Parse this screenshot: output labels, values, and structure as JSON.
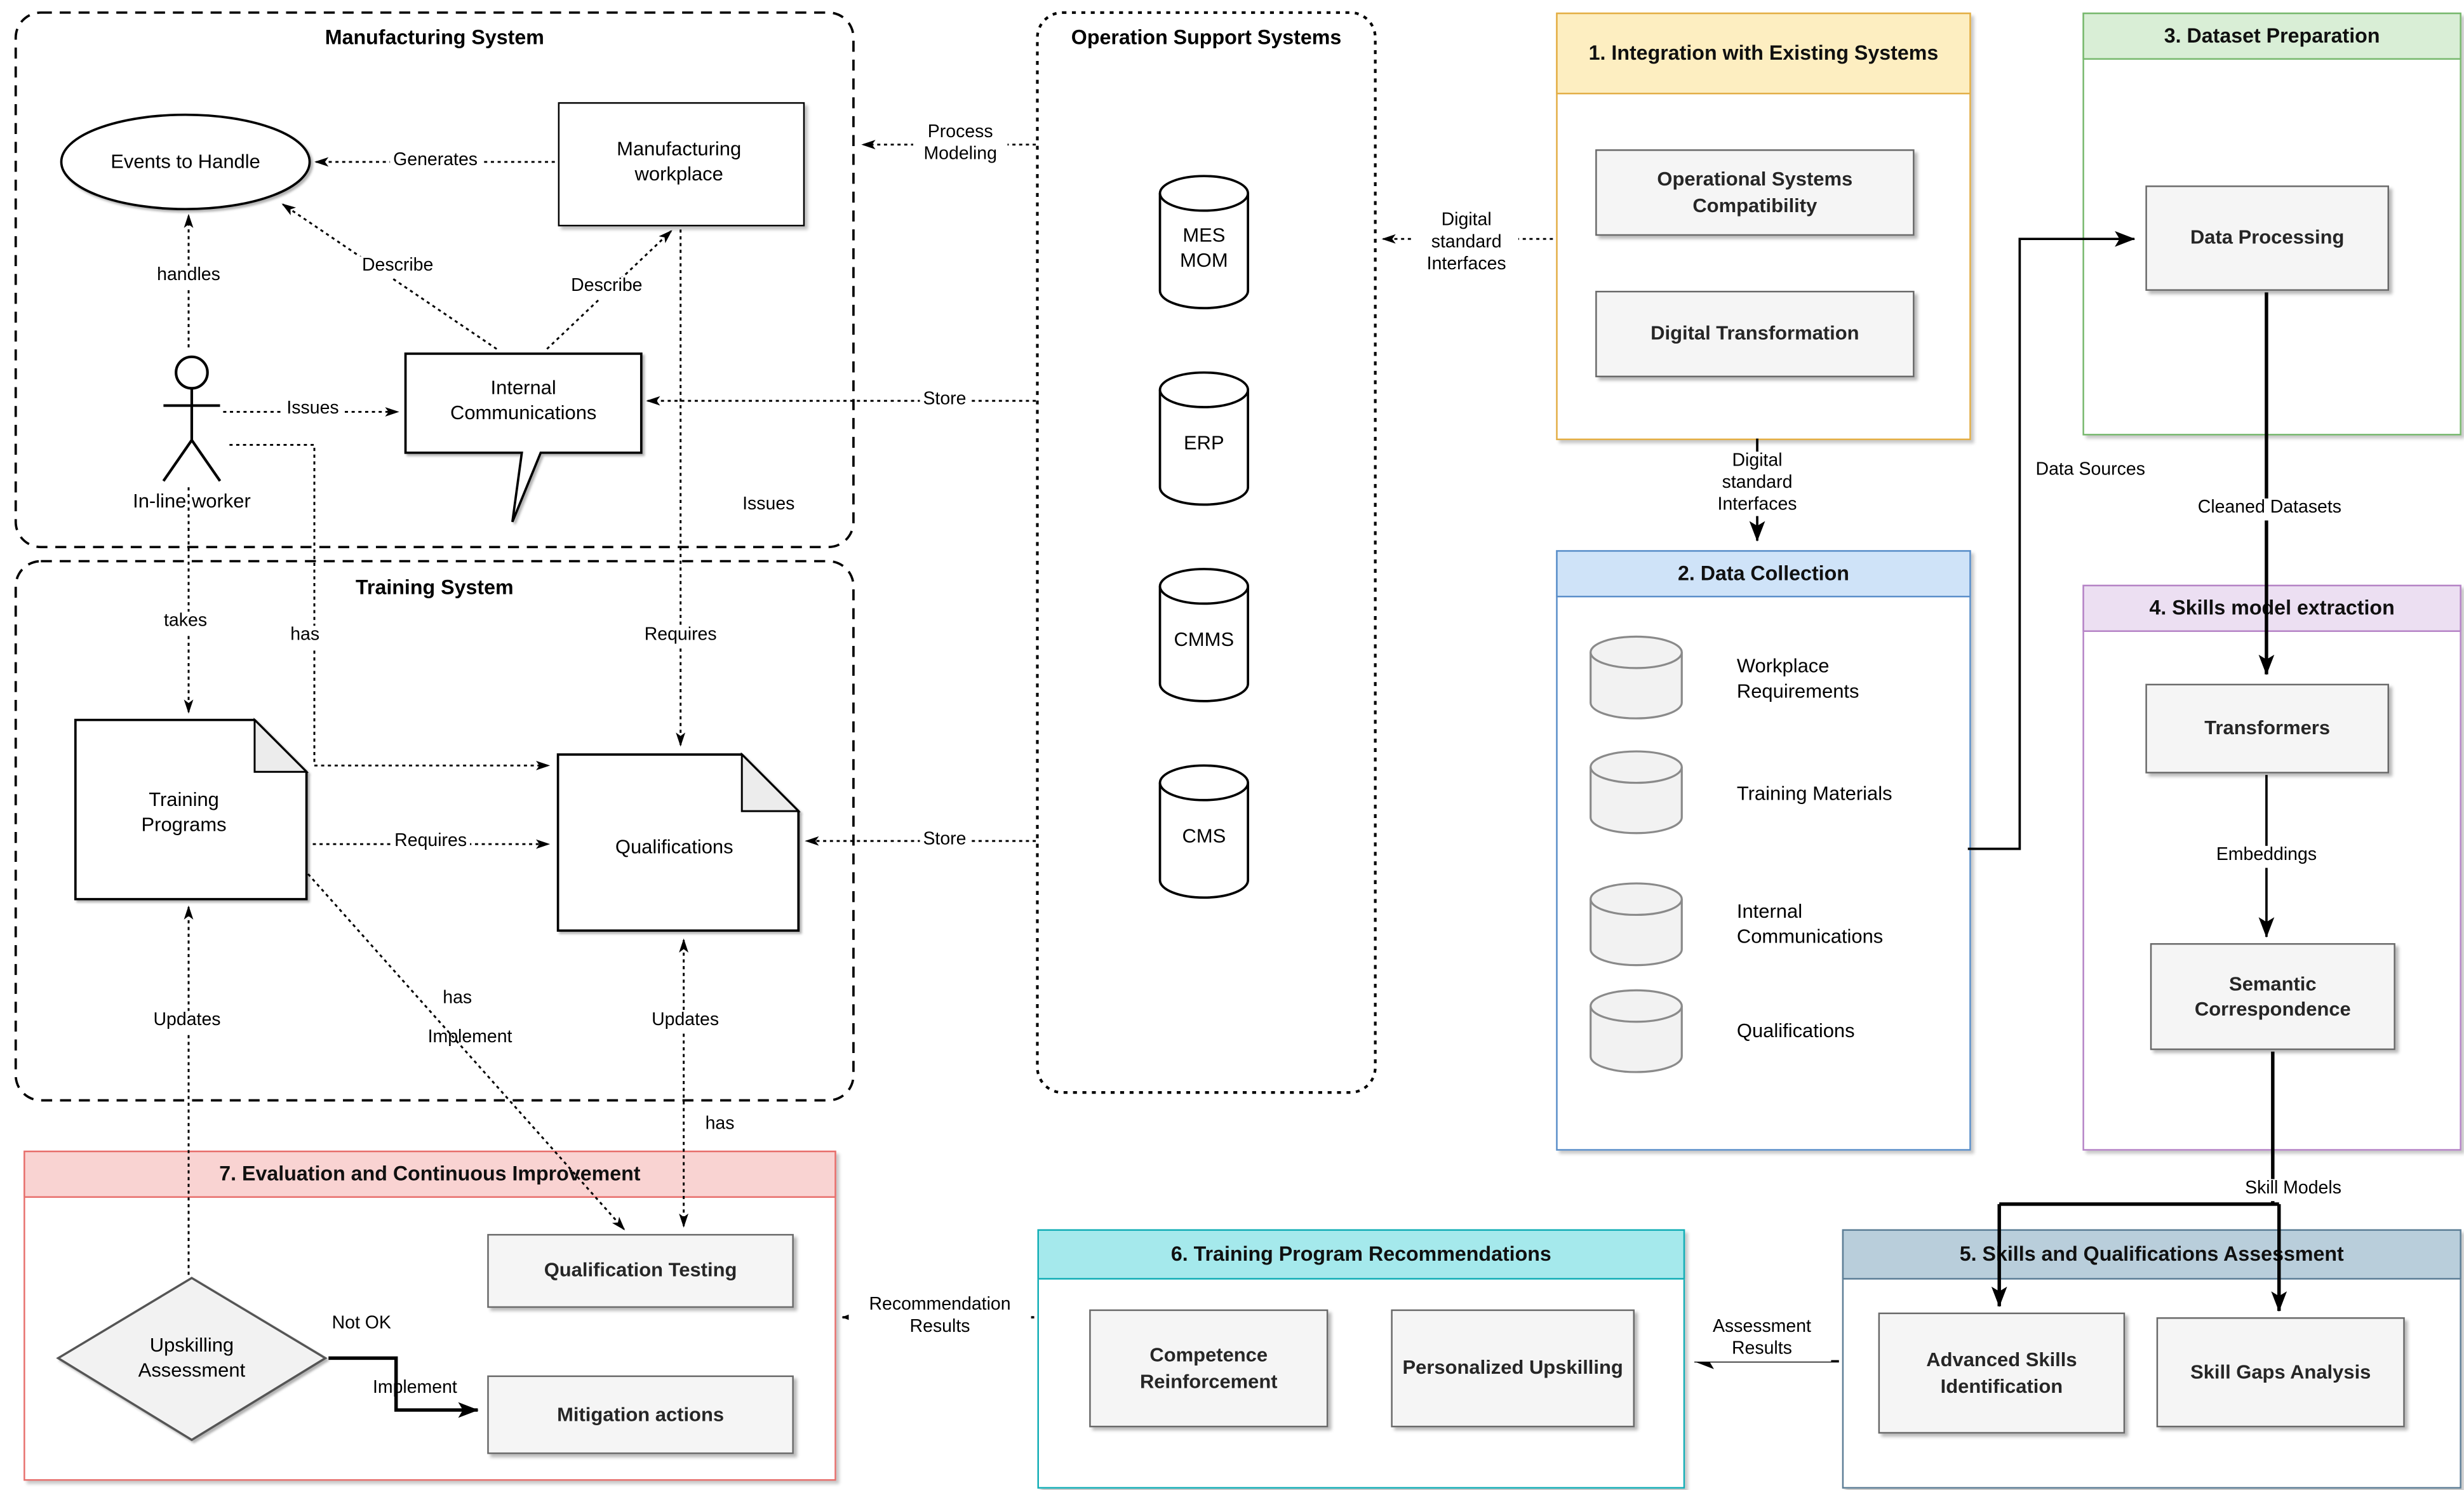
{
  "diagram": {
    "manufacturing": {
      "title": "Manufacturing System",
      "events": "Events to Handle",
      "workplace": "Manufacturing workplace",
      "internal_comms": "Internal Communications",
      "worker": "In-line worker"
    },
    "training": {
      "title": "Training System",
      "programs": "Training Programs",
      "qualifications": "Qualifications"
    },
    "oss": {
      "title": "Operation Support Systems",
      "cylinders": [
        "MES MOM",
        "ERP",
        "CMMS",
        "CMS"
      ]
    },
    "step1": {
      "title": "1. Integration with Existing Systems",
      "item1": "Operational Systems Compatibility",
      "item2": "Digital Transformation"
    },
    "step2": {
      "title": "2. Data Collection",
      "item1": "Workplace Requirements",
      "item2": "Training Materials",
      "item3": "Internal Communications",
      "item4": "Qualifications"
    },
    "step3": {
      "title": "3. Dataset Preparation",
      "item1": "Data Processing"
    },
    "step4": {
      "title": "4. Skills model extraction",
      "item1": "Transformers",
      "item2": "Semantic Correspondence"
    },
    "step5": {
      "title": "5. Skills and Qualifications Assessment",
      "item1": "Advanced Skills Identification",
      "item2": "Skill Gaps Analysis"
    },
    "step6": {
      "title": "6. Training Program Recommendations",
      "item1": "Competence Reinforcement",
      "item2": "Personalized Upskilling"
    },
    "step7": {
      "title": "7. Evaluation and Continuous Improvement",
      "item1": "Qualification Testing",
      "item2": "Mitigation actions",
      "decision": "Upskilling Assessment"
    },
    "labels": {
      "generates": "Generates",
      "handles": "handles",
      "describe_a": "Describe",
      "describe_b": "Describe",
      "issues_worker": "Issues",
      "issues_right": "Issues",
      "store_top": "Store",
      "store_bottom": "Store",
      "process_modeling": "Process Modeling",
      "digital_std_left": "Digital standard Interfaces",
      "digital_std_down": "Digital standard Interfaces",
      "data_sources": "Data Sources",
      "cleaned_datasets": "Cleaned Datasets",
      "embeddings": "Embeddings",
      "skill_models": "Skill Models",
      "assessment_results": "Assessment Results",
      "recommendation_results": "Recommendation Results",
      "takes": "takes",
      "has_worker": "has",
      "has_diag": "has",
      "has_qt": "has",
      "requires_workplace": "Requires",
      "requires_programs": "Requires",
      "updates_left": "Updates",
      "updates_right": "Updates",
      "implement_diag": "Implement",
      "implement_bottom": "Implement",
      "not_ok": "Not OK"
    },
    "colors": {
      "yellow_fill": "#fdeec1",
      "yellow_border": "#e3ae45",
      "blue_fill": "#cfe3f8",
      "blue_border": "#5a8ec9",
      "green_fill": "#d9eed6",
      "green_border": "#77b86d",
      "purple_fill": "#ecdff2",
      "purple_border": "#b583c6",
      "steel_fill": "#b9cedb",
      "steel_border": "#5d7e96",
      "teal_fill": "#a5e9ec",
      "teal_border": "#13aeb6",
      "red_fill": "#f9d3d2",
      "red_border": "#e76f6c",
      "node_fill": "#f5f5f5",
      "node_border": "#696969"
    }
  }
}
